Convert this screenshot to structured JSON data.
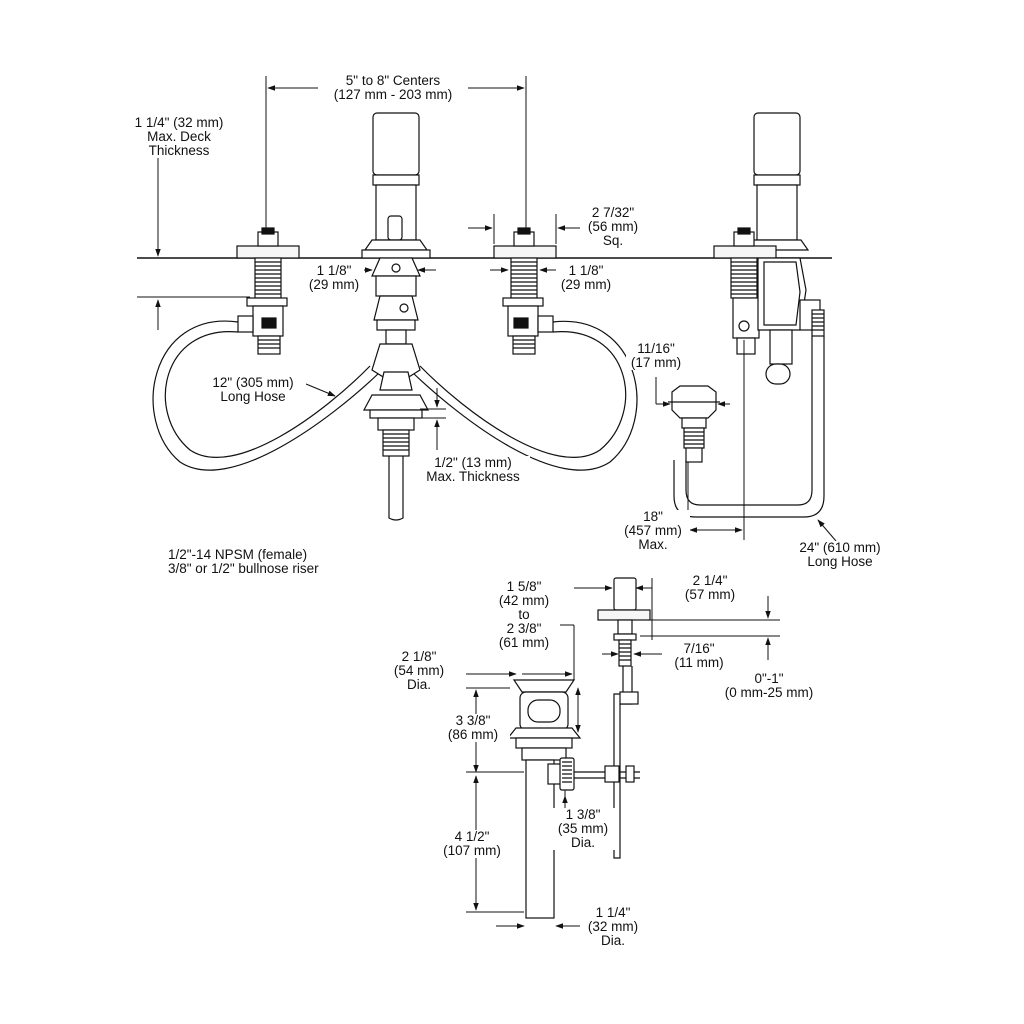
{
  "colors": {
    "ink": "#111111",
    "paper": "#ffffff",
    "part_fill": "#f6f6f6"
  },
  "dimensions": {
    "centers": {
      "line1": "5\" to 8\" Centers",
      "line2": "(127 mm - 203 mm)"
    },
    "deck": {
      "line1": "1 1/4\" (32 mm)",
      "line2": "Max. Deck",
      "line3": "Thickness"
    },
    "base_sq": {
      "line1": "2 7/32\"",
      "line2": "(56 mm)",
      "line3": "Sq."
    },
    "shank_left": {
      "line1": "1 1/8\"",
      "line2": "(29 mm)"
    },
    "shank_right": {
      "line1": "1 1/8\"",
      "line2": "(29 mm)"
    },
    "hose_12": {
      "line1": "12\" (305 mm)",
      "line2": "Long Hose"
    },
    "spout_thickness": {
      "line1": "1/2\" (13 mm)",
      "line2": "Max. Thickness"
    },
    "sprayer_hole": {
      "line1": "11/16\"",
      "line2": "(17 mm)"
    },
    "sprayer_max": {
      "line1": "18\"",
      "line2": "(457 mm)",
      "line3": "Max."
    },
    "hose_24": {
      "line1": "24\" (610 mm)",
      "line2": "Long Hose"
    },
    "npsm": {
      "line1": "1/2\"-14 NPSM (female)",
      "line2": "3/8\" or 1/2\" bullnose riser"
    },
    "drain_range": {
      "line1": "1 5/8\"",
      "line2": "(42 mm)",
      "line3": "to",
      "line4": "2 3/8\"",
      "line5": "(61 mm)"
    },
    "flange_dia": {
      "line1": "2 1/8\"",
      "line2": "(54 mm)",
      "line3": "Dia."
    },
    "drain_top": {
      "line1": "3 3/8\"",
      "line2": "(86 mm)"
    },
    "drain_tail": {
      "line1": "4 1/2\"",
      "line2": "(107 mm)"
    },
    "lift_knob": {
      "line1": "2 1/4\"",
      "line2": "(57 mm)"
    },
    "lift_rod": {
      "line1": "7/16\"",
      "line2": "(11 mm)"
    },
    "lift_adjust": {
      "line1": "0\"-1\"",
      "line2": "(0 mm-25 mm)"
    },
    "pivot_dia": {
      "line1": "1 3/8\"",
      "line2": "(35 mm)",
      "line3": "Dia."
    },
    "tail_dia": {
      "line1": "1 1/4\"",
      "line2": "(32 mm)",
      "line3": "Dia."
    }
  }
}
